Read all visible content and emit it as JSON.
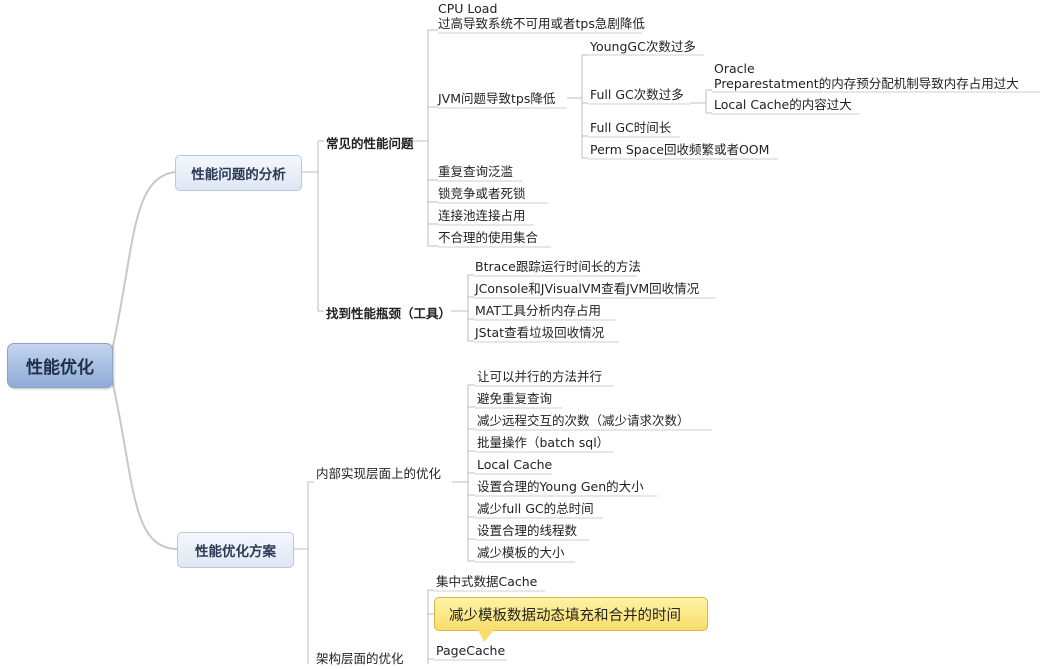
{
  "root": {
    "label": "性能优化"
  },
  "analysis": {
    "label": "性能问题的分析",
    "common": {
      "label": "常见的性能问题",
      "cpu_load": {
        "line1": "CPU Load",
        "line2": "过高导致系统不可用或者tps急剧降低"
      },
      "jvm": {
        "label": "JVM问题导致tps降低",
        "young_gc": "YoungGC次数过多",
        "full_gc": {
          "label": "Full GC次数过多",
          "oracle": {
            "line1": "Oracle",
            "line2": "Preparestatment的内存预分配机制导致内存占用过大"
          },
          "local_cache": "Local Cache的内容过大"
        },
        "full_gc_long": "Full GC时间长",
        "perm_space": "Perm Space回收频繁或者OOM"
      },
      "others": [
        "重复查询泛滥",
        "锁竞争或者死锁",
        "连接池连接占用",
        "不合理的使用集合"
      ]
    },
    "tools": {
      "label": "找到性能瓶颈（工具）",
      "items": [
        "Btrace跟踪运行时间长的方法",
        "JConsole和JVisualVM查看JVM回收情况",
        "MAT工具分析内存占用",
        "JStat查看垃圾回收情况"
      ]
    }
  },
  "solution": {
    "label": "性能优化方案",
    "internal": {
      "label": "内部实现层面上的优化",
      "items": [
        "让可以并行的方法并行",
        "避免重复查询",
        "减少远程交互的次数（减少请求次数）",
        "批量操作（batch sql）",
        "Local Cache",
        "设置合理的Young Gen的大小",
        "减少full GC的总时间",
        "设置合理的线程数",
        "减少模板的大小"
      ]
    },
    "architecture": {
      "label": "架构层面的优化",
      "items": [
        "集中式数据Cache",
        "PageCache"
      ],
      "callout": "减少模板数据动态填充和合并的时间"
    }
  },
  "colors": {
    "root_top": "#c4d5ef",
    "root_bottom": "#8eabd6",
    "callout": "#f8dd6a",
    "line": "#bdbdbd"
  }
}
